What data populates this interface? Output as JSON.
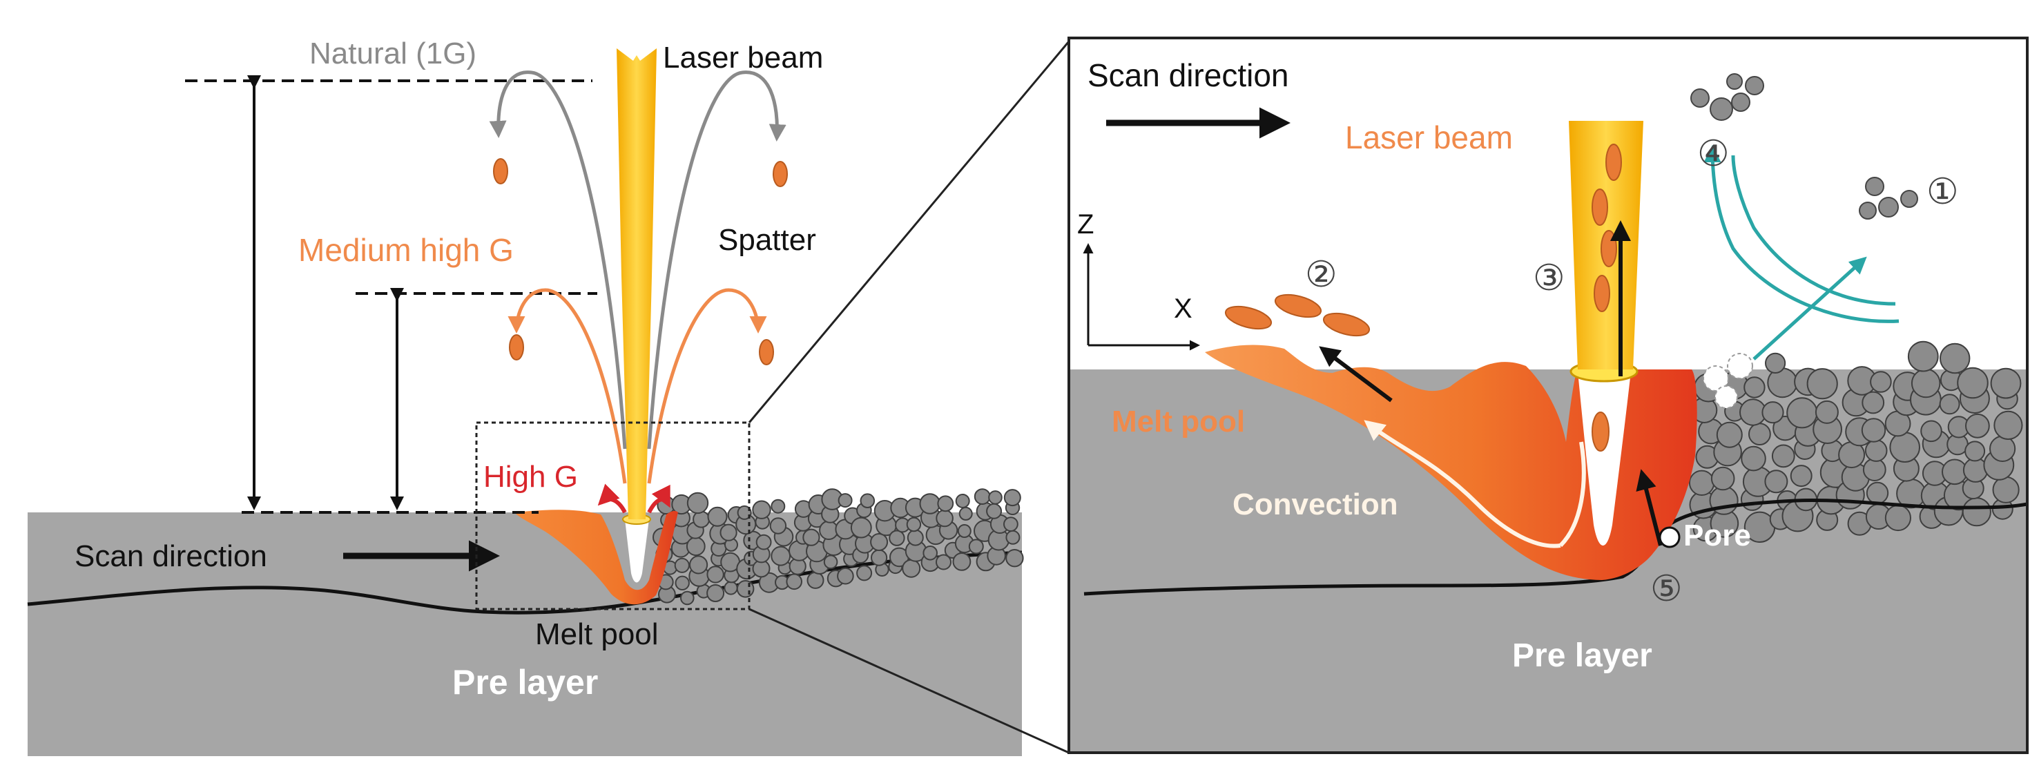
{
  "left_panel": {
    "labels": {
      "natural": "Natural (1G)",
      "laser_beam": "Laser beam",
      "spatter": "Spatter",
      "medium_high_g": "Medium high G",
      "high_g": "High G",
      "scan_direction": "Scan direction",
      "melt_pool": "Melt pool",
      "pre_layer": "Pre layer"
    }
  },
  "right_panel": {
    "labels": {
      "scan_direction": "Scan direction",
      "laser_beam": "Laser beam",
      "axis_z": "Z",
      "axis_x": "X",
      "melt_pool": "Melt pool",
      "convection": "Convection",
      "pore": "Pore",
      "pre_layer": "Pre layer"
    },
    "markers": {
      "m1": "①",
      "m2": "②",
      "m3": "③",
      "m4": "④",
      "m5": "⑤"
    }
  },
  "colors": {
    "substrate": "#a6a6a6",
    "powder": "#8c8c8c",
    "melt_orange": "#f07a2a",
    "melt_red": "#e03b1e",
    "laser_yellow": "#f5c400",
    "natural_gray": "#8a8a8a",
    "medium_orange": "#f08a4b",
    "high_g_red": "#d9262c",
    "teal": "#2aa6a6"
  }
}
